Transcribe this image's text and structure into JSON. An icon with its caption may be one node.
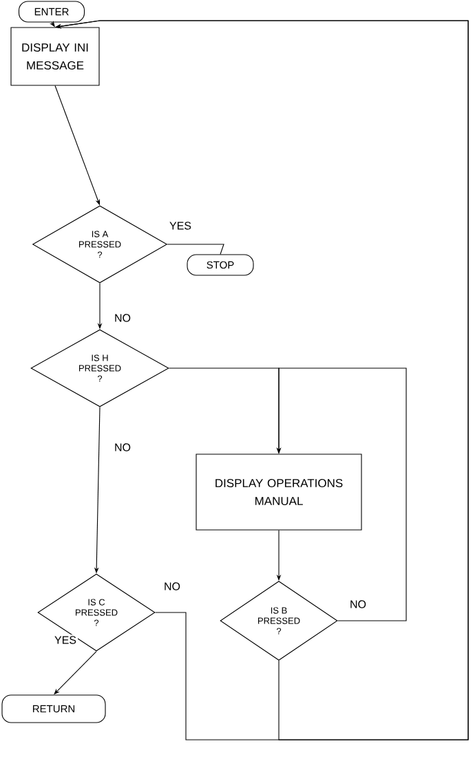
{
  "diagram": {
    "nodes": [
      {
        "text": [
          "ENTER"
        ]
      },
      {
        "text": [
          "DISPLAY INI MESSAGE"
        ]
      },
      {
        "text": [
          "IS A PRESSED ?"
        ]
      },
      {
        "text": [
          "STOP"
        ]
      },
      {
        "text": [
          "IS H PRESSED ?"
        ]
      },
      {
        "text": [
          "DISPLAY OPERATIONS MANUAL"
        ]
      },
      {
        "text": [
          "IS C PRESSED ?"
        ]
      },
      {
        "text": [
          "IS B PRESSED ?"
        ]
      },
      {
        "text": [
          "RETURN"
        ]
      }
    ],
    "edges": [
      {
        "from": 0,
        "to": 1,
        "arrow": "to"
      },
      {
        "from": 1,
        "to": 2,
        "arrow": "to"
      },
      {
        "from": 2,
        "to": 3,
        "arrow": "none",
        "label": "YES"
      },
      {
        "from": 2,
        "to": 4,
        "arrow": "to",
        "label": "NO"
      },
      {
        "from": 4,
        "to": 5,
        "arrow": "to"
      },
      {
        "from": 4,
        "to": 6,
        "arrow": "to",
        "label": "NO"
      },
      {
        "from": 6,
        "to": 8,
        "arrow": "to",
        "label": "YES"
      },
      {
        "from": 5,
        "to": 7,
        "arrow": "to"
      },
      {
        "from": 7,
        "to": 5,
        "arrow": "to",
        "label": "NO"
      },
      {
        "from": 7,
        "to": 1,
        "arrow": "to"
      },
      {
        "from": 6,
        "to": 1,
        "arrow": "to",
        "label": "NO"
      }
    ]
  }
}
